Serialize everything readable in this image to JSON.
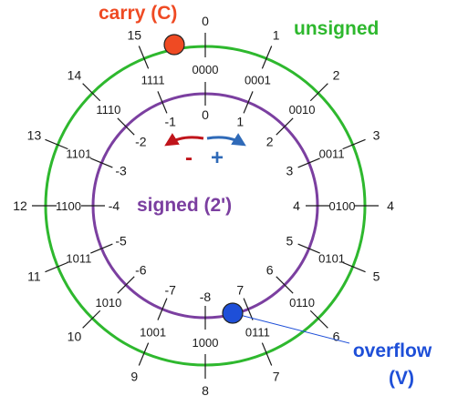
{
  "labels": {
    "carry": "carry (C)",
    "unsigned": "unsigned",
    "signed": "signed (2')",
    "overflow_line1": "overflow",
    "overflow_line2": "(V)",
    "minus": "-",
    "plus": "+"
  },
  "colors": {
    "outer_circle": "#2eb82e",
    "inner_circle": "#7b3fa0",
    "carry": "#ef4a23",
    "overflow": "#1e4fd8",
    "arrow_left": "#c0141b",
    "arrow_right": "#2f6ab8",
    "unsigned_text": "#2eb82e",
    "signed_text": "#7b3fa0"
  },
  "wheel": [
    {
      "unsigned": "0",
      "binary": "0000",
      "signed": "0"
    },
    {
      "unsigned": "1",
      "binary": "0001",
      "signed": "1"
    },
    {
      "unsigned": "2",
      "binary": "0010",
      "signed": "2"
    },
    {
      "unsigned": "3",
      "binary": "0011",
      "signed": "3"
    },
    {
      "unsigned": "4",
      "binary": "0100",
      "signed": "4"
    },
    {
      "unsigned": "5",
      "binary": "0101",
      "signed": "5"
    },
    {
      "unsigned": "6",
      "binary": "0110",
      "signed": "6"
    },
    {
      "unsigned": "7",
      "binary": "0111",
      "signed": "7"
    },
    {
      "unsigned": "8",
      "binary": "1000",
      "signed": "-8"
    },
    {
      "unsigned": "9",
      "binary": "1001",
      "signed": "-7"
    },
    {
      "unsigned": "10",
      "binary": "1010",
      "signed": "-6"
    },
    {
      "unsigned": "11",
      "binary": "1011",
      "signed": "-5"
    },
    {
      "unsigned": "12",
      "binary": "1100",
      "signed": "-4"
    },
    {
      "unsigned": "13",
      "binary": "1101",
      "signed": "-3"
    },
    {
      "unsigned": "14",
      "binary": "1110",
      "signed": "-2"
    },
    {
      "unsigned": "15",
      "binary": "1111",
      "signed": "-1"
    }
  ]
}
